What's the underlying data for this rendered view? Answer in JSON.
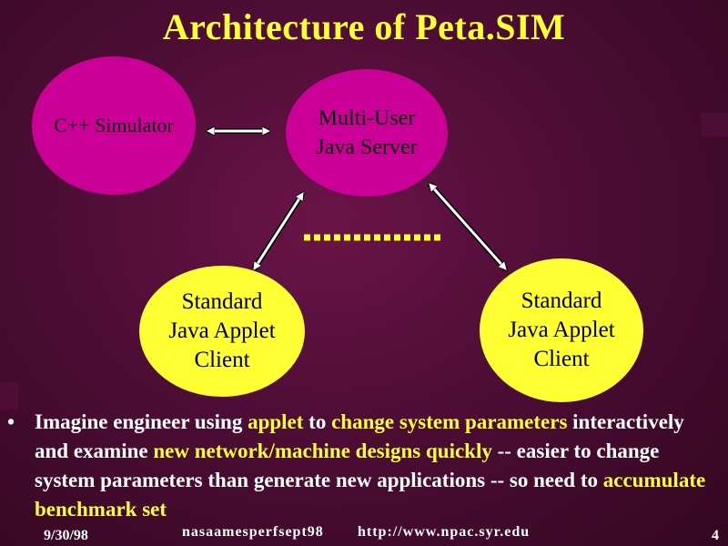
{
  "title": "Architecture of Peta.SIM",
  "diagram": {
    "nodes": {
      "simulator": "C++ Simulator",
      "server": "Multi-User\nJava Server",
      "client_left": "Standard\nJava Applet\nClient",
      "client_right": "Standard\nJava Applet\nClient"
    },
    "colors": {
      "server_nodes": "#cc0099",
      "client_nodes": "#ffff33",
      "arrows": "#ffffff",
      "dots": "#ffff33"
    }
  },
  "bullet": {
    "parts": [
      {
        "text": "Imagine engineer using ",
        "highlight": false
      },
      {
        "text": "applet",
        "highlight": true
      },
      {
        "text": " to ",
        "highlight": false
      },
      {
        "text": "change system parameters",
        "highlight": true
      },
      {
        "text": " interactively and examine ",
        "highlight": false
      },
      {
        "text": "new network/machine designs quickly",
        "highlight": true
      },
      {
        "text": " -- easier to change system parameters than generate new applications -- so need to ",
        "highlight": false
      },
      {
        "text": "accumulate benchmark set",
        "highlight": true
      }
    ]
  },
  "footer": {
    "date": "9/30/98",
    "filename": "nasaamesperfsept98",
    "url": "http://www.npac.syr.edu",
    "page": "4"
  }
}
